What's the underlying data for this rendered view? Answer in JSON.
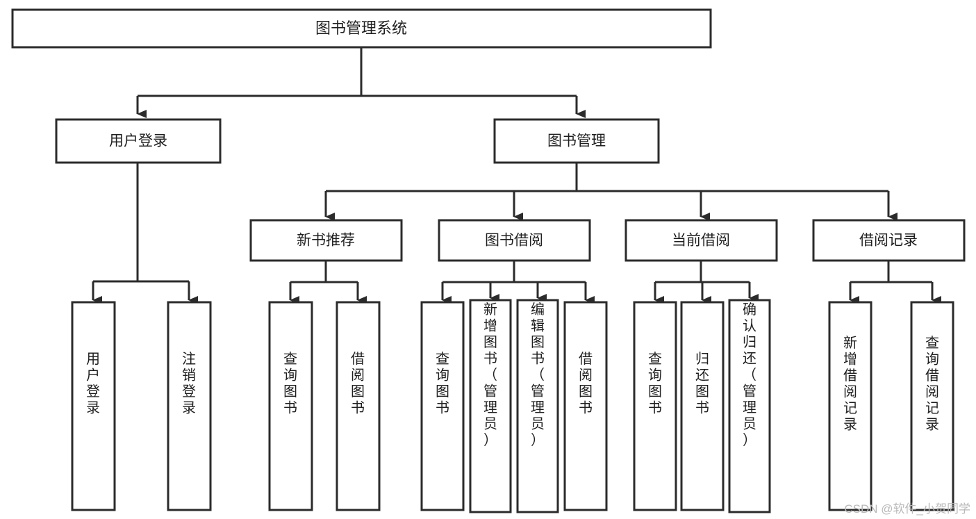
{
  "diagram": {
    "title": "图书管理系统",
    "type": "tree-hierarchy-chart",
    "orientation": "top-down",
    "colors": {
      "stroke": "#2b2b2b",
      "fill": "#ffffff",
      "text": "#1f1f1f",
      "watermark": "#b9b9b9"
    },
    "levels": [
      {
        "level": 1,
        "nodes": [
          "图书管理系统"
        ]
      },
      {
        "level": 2,
        "nodes": [
          "用户登录",
          "图书管理"
        ]
      },
      {
        "level": 3,
        "nodes": [
          "新书推荐",
          "图书借阅",
          "当前借阅",
          "借阅记录"
        ]
      },
      {
        "level": 4,
        "nodes": [
          "用户登录",
          "注销登录",
          "查询图书",
          "借阅图书",
          "查询图书",
          "新增图书（管理员）",
          "编辑图书（管理员）",
          "借阅图书",
          "查询图书",
          "归还图书",
          "确认归还（管理员）",
          "新增借阅记录",
          "查询借阅记录"
        ]
      }
    ],
    "root": {
      "label": "图书管理系统"
    },
    "branches": [
      {
        "label": "用户登录",
        "children": [
          {
            "label": "用户登录"
          },
          {
            "label": "注销登录"
          }
        ]
      },
      {
        "label": "图书管理",
        "children": [
          {
            "label": "新书推荐",
            "children": [
              {
                "label": "查询图书"
              },
              {
                "label": "借阅图书"
              }
            ]
          },
          {
            "label": "图书借阅",
            "children": [
              {
                "label": "查询图书"
              },
              {
                "label": "新增图书（管理员）"
              },
              {
                "label": "编辑图书（管理员）"
              },
              {
                "label": "借阅图书"
              }
            ]
          },
          {
            "label": "当前借阅",
            "children": [
              {
                "label": "查询图书"
              },
              {
                "label": "归还图书"
              },
              {
                "label": "确认归还（管理员）"
              }
            ]
          },
          {
            "label": "借阅记录",
            "children": [
              {
                "label": "新增借阅记录"
              },
              {
                "label": "查询借阅记录"
              }
            ]
          }
        ]
      }
    ]
  },
  "watermark": {
    "text": "CSDN @软件_小贺同学"
  }
}
